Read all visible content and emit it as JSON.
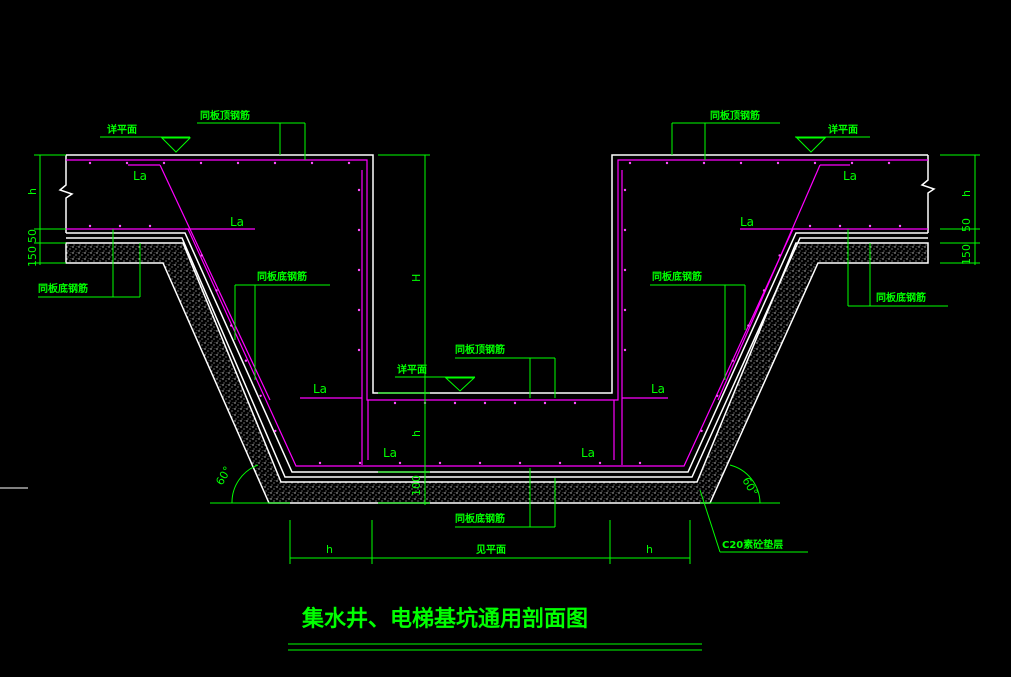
{
  "colors": {
    "background": "#000000",
    "concrete_outline": "#ffffff",
    "rebar": "#ff00ff",
    "dimension": "#00ff00",
    "note_line": "#00ff00",
    "text": "#00ff00",
    "title": "#00ff00",
    "padding_fill": "#bfbfbf"
  },
  "labels": {
    "elevation_left": "详平面",
    "elevation_right": "详平面",
    "elevation_center": "详平面",
    "top_rebar_left": "同板顶钢筋",
    "top_rebar_right": "同板顶钢筋",
    "top_rebar_center": "同板顶钢筋",
    "bottom_rebar_left_outer": "同板底钢筋",
    "bottom_rebar_left_inner": "同板底钢筋",
    "bottom_rebar_right_inner": "同板底钢筋",
    "bottom_rebar_right_outer": "同板底钢筋",
    "bottom_rebar_center": "同板底钢筋",
    "cushion": "C20素砼垫层",
    "la": "La",
    "angle": "60°"
  },
  "dimensions": {
    "h": "h",
    "H": "H",
    "d150": "150",
    "d50": "50",
    "d100_50": "100",
    "see_plan": "见平面"
  },
  "title": "集水井、电梯基坑通用剖面图"
}
